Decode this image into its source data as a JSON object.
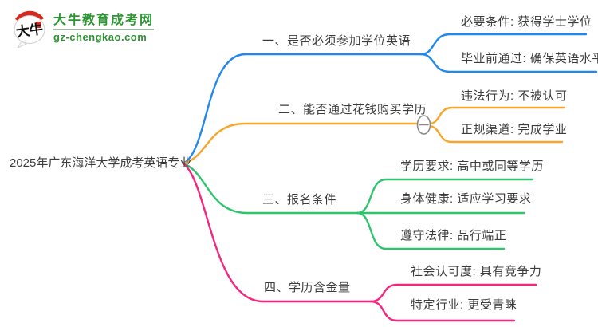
{
  "palette": {
    "branch1": "#2288ee",
    "branch2": "#f7a62a",
    "branch3": "#2ec46e",
    "branch4": "#f4267e",
    "node_text": "#3d3d3d",
    "collapse_stroke": "#8a8a8a",
    "logo_green": "#2e9434",
    "logo_red": "#d5281e"
  },
  "logo": {
    "bubble_text": "大牛",
    "title": "大牛教育成考网",
    "url": "gz-chengkao.com"
  },
  "icons": {
    "collapse_icon": "minus"
  },
  "mindmap": {
    "root": "2025年广东海洋大学成考英语专业",
    "branches": [
      {
        "label": "一、是否必须参加学位英语",
        "children": [
          "必要条件: 获得学士学位",
          "毕业前通过: 确保英语水平"
        ]
      },
      {
        "label": "二、能否通过花钱购买学历",
        "collapsed_toggle": "−",
        "children": [
          "违法行为: 不被认可",
          "正规渠道: 完成学业"
        ]
      },
      {
        "label": "三、报名条件",
        "children": [
          "学历要求: 高中或同等学历",
          "身体健康: 适应学习要求",
          "遵守法律: 品行端正"
        ]
      },
      {
        "label": "四、学历含金量",
        "children": [
          "社会认可度: 具有竞争力",
          "特定行业: 更受青睐"
        ]
      }
    ]
  }
}
